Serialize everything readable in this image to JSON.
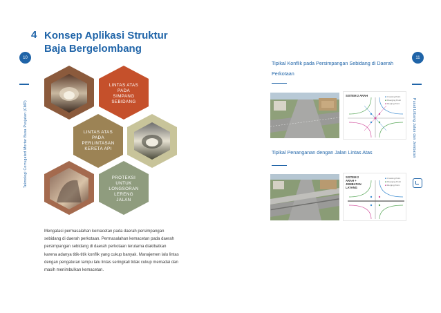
{
  "left_page": {
    "title_number": "4",
    "title": "Konsep Aplikasi Struktur Baja Bergelombang",
    "page_number": "10",
    "side_text": "Teknologi Corrugated Mortar Busa Pusjatan (CMP)",
    "hexagons": [
      {
        "lines": [
          "LINTAS ATAS",
          "PADA",
          "SIMPANG",
          "SEBIDANG"
        ]
      },
      {
        "lines": [
          "LINTAS ATAS",
          "PADA",
          "PERLINTASAN",
          "KERETA API"
        ]
      },
      {
        "lines": [
          "PROTEKSI",
          "UNTUK",
          "LONGSORAN",
          "LERENG",
          "JALAN"
        ]
      }
    ],
    "body_text": "Mengatasi permasalahan kemacetan pada daerah persimpangan sebidang di daerah perkotaan. Permasalahan kemacetan pada daerah persimpangan sebidang di daerah perkotaan terutama diakibatkan karena adanya titik-titik konflik yang cukup banyak. Manajemen lalu lintas dengan pengaturan lampu lalu lintas seringkali tidak cukup memadai dan masih menimbulkan kemacetan."
  },
  "right_page": {
    "page_number": "11",
    "side_text": "Pusat Litbang Jalan dan Jembatan",
    "section1_title": "Tipikal Konflik pada Persimpangan Sebidang di Daerah Perkotaan",
    "section2_title": "Tipikal Penanganan dengan Jalan Lintas Atas",
    "diagram1_label": "SISTEM 2 ARAH",
    "diagram2_label": "SISTEM 2 ARAH + JEMBATAN LAYANG",
    "legend_items": [
      "Crossing Point",
      "Diverging Point",
      "Merging Point"
    ]
  },
  "colors": {
    "accent_blue": "#1f64a8",
    "hex_brown": "#8b5a3c",
    "hex_orange": "#c5502b",
    "hex_tan": "#9c8355",
    "hex_khaki": "#c8c49a",
    "hex_sage": "#8f9c7e"
  }
}
